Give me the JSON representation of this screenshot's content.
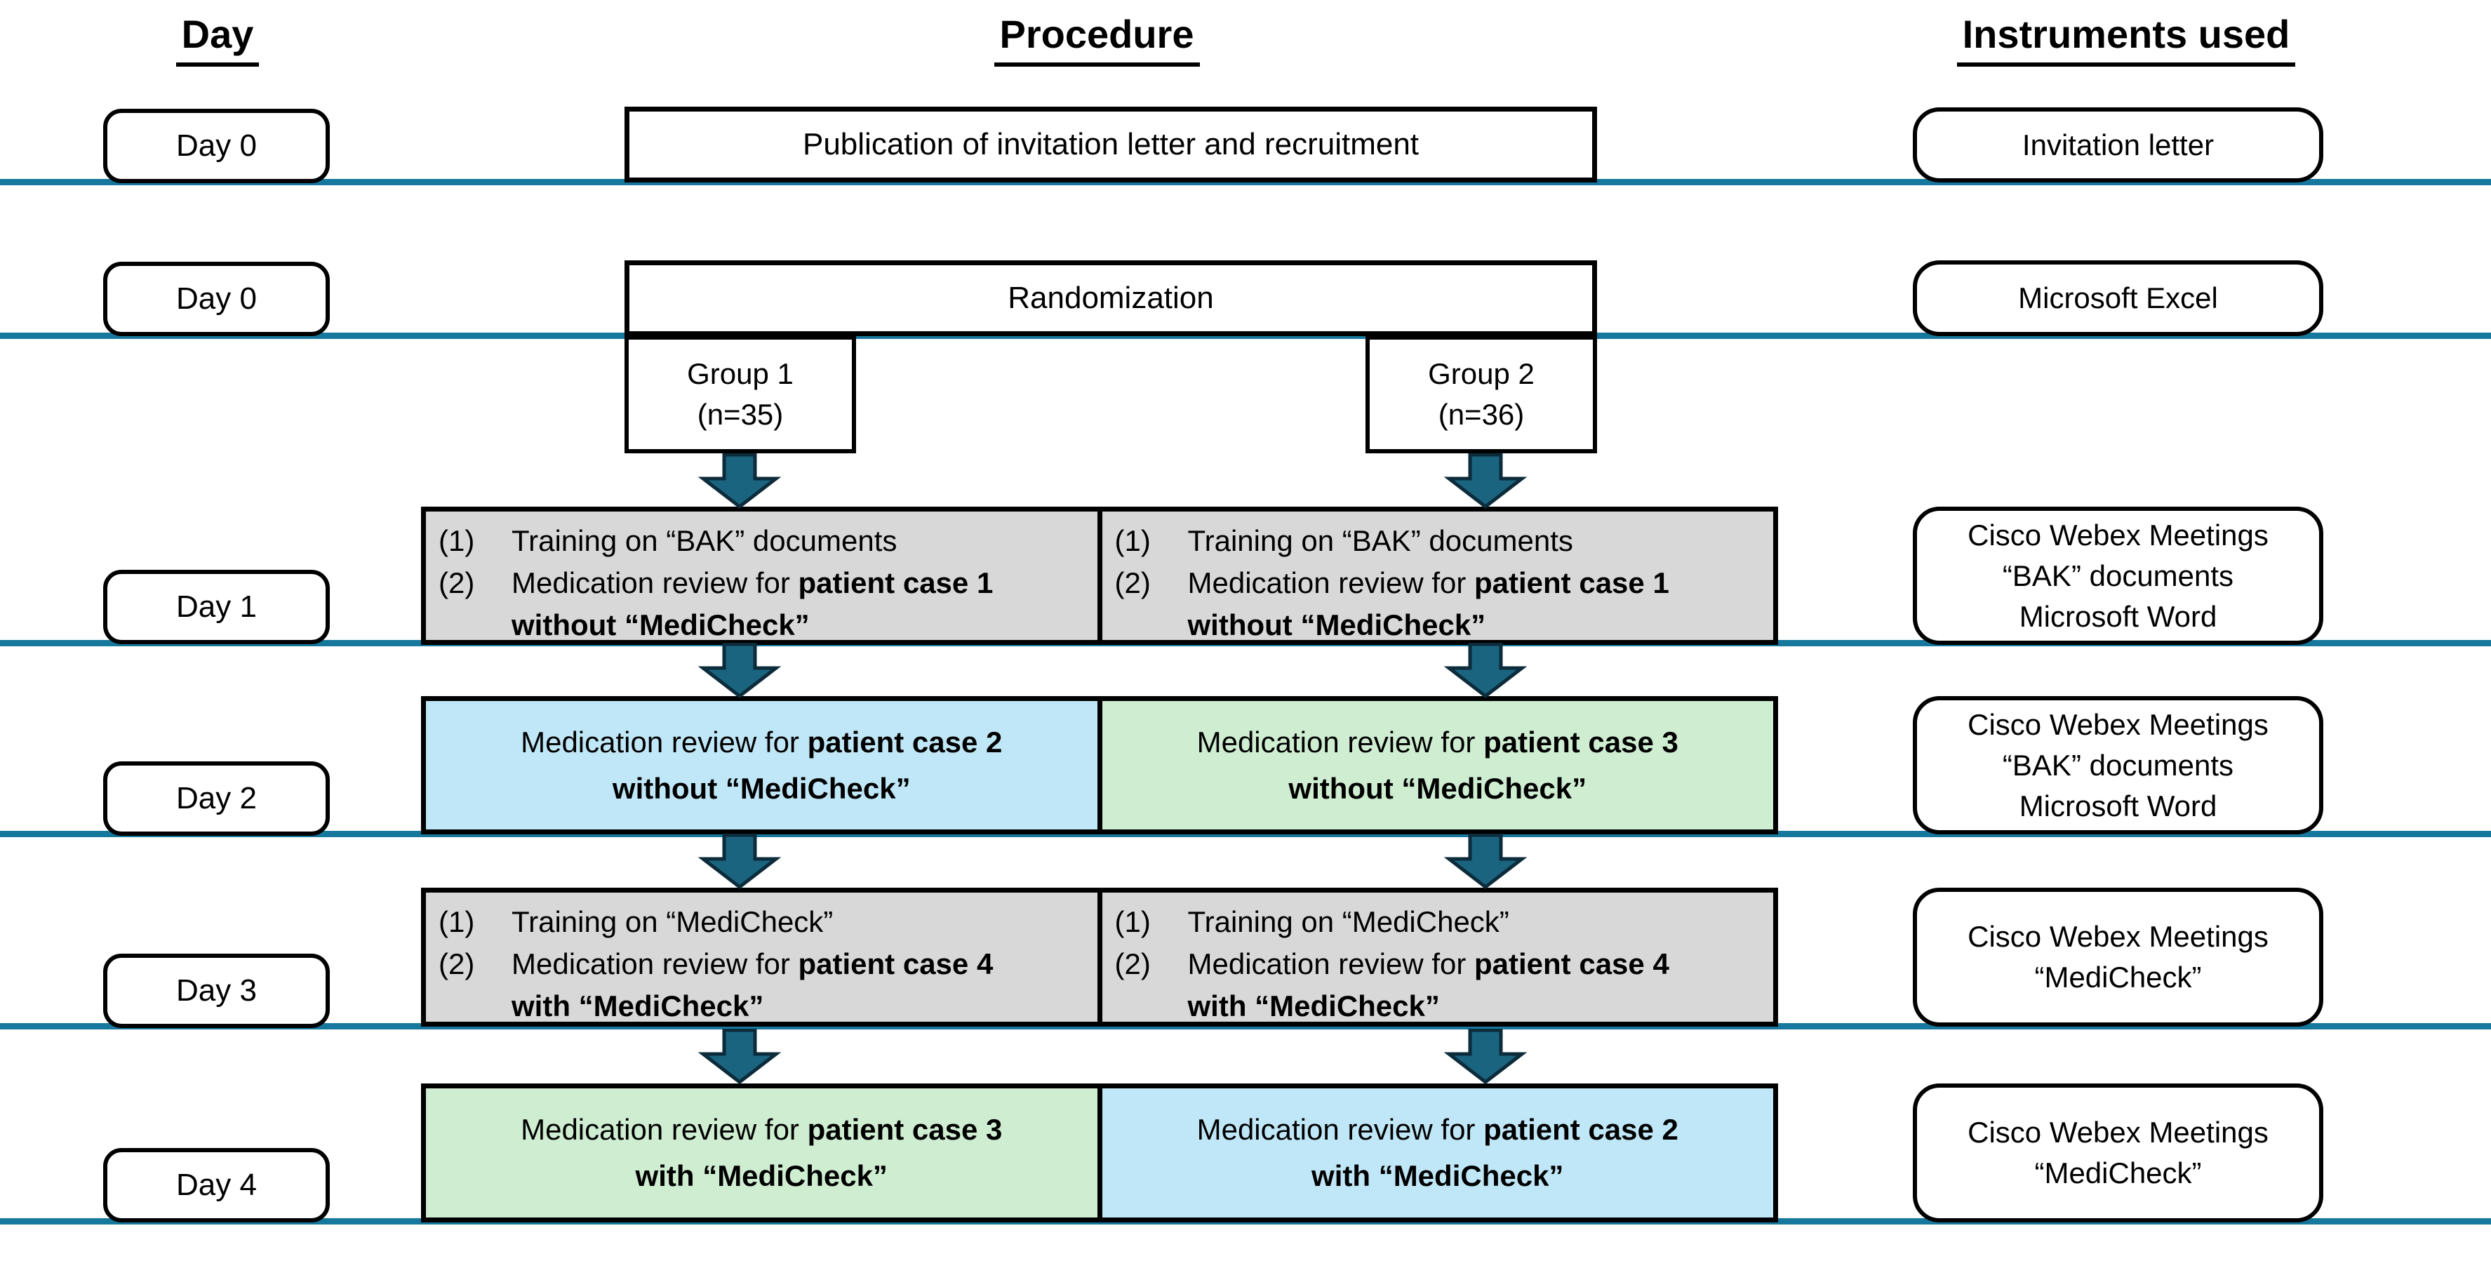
{
  "headers": {
    "day": "Day",
    "procedure": "Procedure",
    "instruments": "Instruments used"
  },
  "colors": {
    "timeline_line": "#17789E",
    "arrow_fill": "#1A647F",
    "arrow_stroke": "#0C2B3B",
    "box_gray": "#D8D8D8",
    "box_blue": "#C0E7F7",
    "box_green": "#CEEDD1",
    "box_border": "#000000"
  },
  "row_publication": {
    "day": "Day 0",
    "procedure": "Publication of invitation letter and recruitment",
    "instrument": "Invitation letter"
  },
  "row_randomization": {
    "day": "Day 0",
    "procedure": "Randomization",
    "instrument": "Microsoft Excel",
    "group1": "Group 1\n(n=35)",
    "group2": "Group 2\n(n=36)"
  },
  "row_day1": {
    "day": "Day 1",
    "group1_items": [
      {
        "num": "(1)",
        "text": "Training on “BAK” documents"
      },
      {
        "num": "(2)",
        "text": "Medication review for **patient case 1\nwithout “MediCheck”**"
      }
    ],
    "group2_items": [
      {
        "num": "(1)",
        "text": "Training on “BAK” documents"
      },
      {
        "num": "(2)",
        "text": "Medication review for **patient case 1\nwithout “MediCheck”**"
      }
    ],
    "instrument_lines": [
      "Cisco Webex Meetings",
      "“BAK” documents",
      "Microsoft Word"
    ]
  },
  "row_day2": {
    "day": "Day 2",
    "group1_text": "Medication review for **patient case 2\nwithout “MediCheck”**",
    "group2_text": "Medication review for **patient case 3\nwithout “MediCheck”**",
    "instrument_lines": [
      "Cisco Webex Meetings",
      "“BAK” documents",
      "Microsoft Word"
    ]
  },
  "row_day3": {
    "day": "Day 3",
    "group1_items": [
      {
        "num": "(1)",
        "text": "Training on “MediCheck”"
      },
      {
        "num": "(2)",
        "text": "Medication review for **patient case 4\nwith “MediCheck”**"
      }
    ],
    "group2_items": [
      {
        "num": "(1)",
        "text": "Training on “MediCheck”"
      },
      {
        "num": "(2)",
        "text": "Medication review for **patient case 4\nwith “MediCheck”**"
      }
    ],
    "instrument_lines": [
      "Cisco Webex Meetings",
      "“MediCheck”"
    ]
  },
  "row_day4": {
    "day": "Day 4",
    "group1_text": "Medication review for **patient case 3\nwith “MediCheck”**",
    "group2_text": "Medication review for **patient case 2\nwith “MediCheck”**",
    "instrument_lines": [
      "Cisco Webex Meetings",
      "“MediCheck”"
    ]
  }
}
